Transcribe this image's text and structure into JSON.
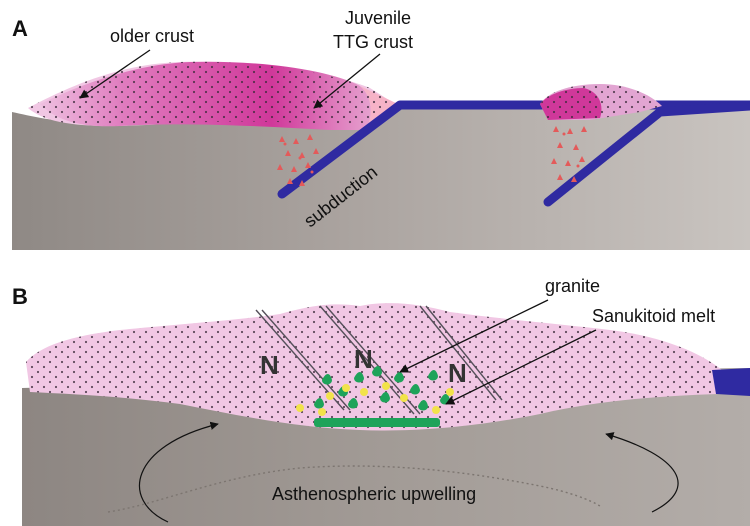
{
  "panel_a": {
    "letter": "A",
    "labels": {
      "older_crust": "older crust",
      "juvenile_line1": "Juvenile",
      "juvenile_line2": "TTG crust",
      "subduction": "subduction"
    }
  },
  "panel_b": {
    "letter": "B",
    "labels": {
      "granite": "granite",
      "sanukitoid": "Sanukitoid melt",
      "upwelling": "Asthenospheric upwelling"
    },
    "fault_symbol": "N"
  },
  "colors": {
    "mantle": "#b3aca7",
    "mantle_b": "#9f9893",
    "crust_pink": "#f2c6e6",
    "juvenile_magenta": "#d43f9e",
    "slab_blue": "#2f2aa1",
    "melt_red": "#e35a5a",
    "granite_green": "#1ea35a",
    "sanukitoid_yellow": "#f2e34a",
    "arrow": "#111111"
  }
}
